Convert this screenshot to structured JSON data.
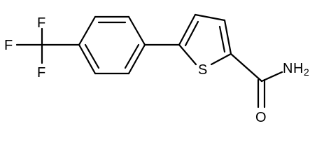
{
  "molecule": {
    "atoms": {
      "f_top": "F",
      "f_left": "F",
      "f_bottom": "F",
      "sulfur": "S",
      "oxygen": "O",
      "amine_n": "N",
      "amine_h": "H",
      "amine_count": "2"
    },
    "colors": {
      "bond": "#000000",
      "label": "#000000",
      "background": "#ffffff"
    }
  }
}
